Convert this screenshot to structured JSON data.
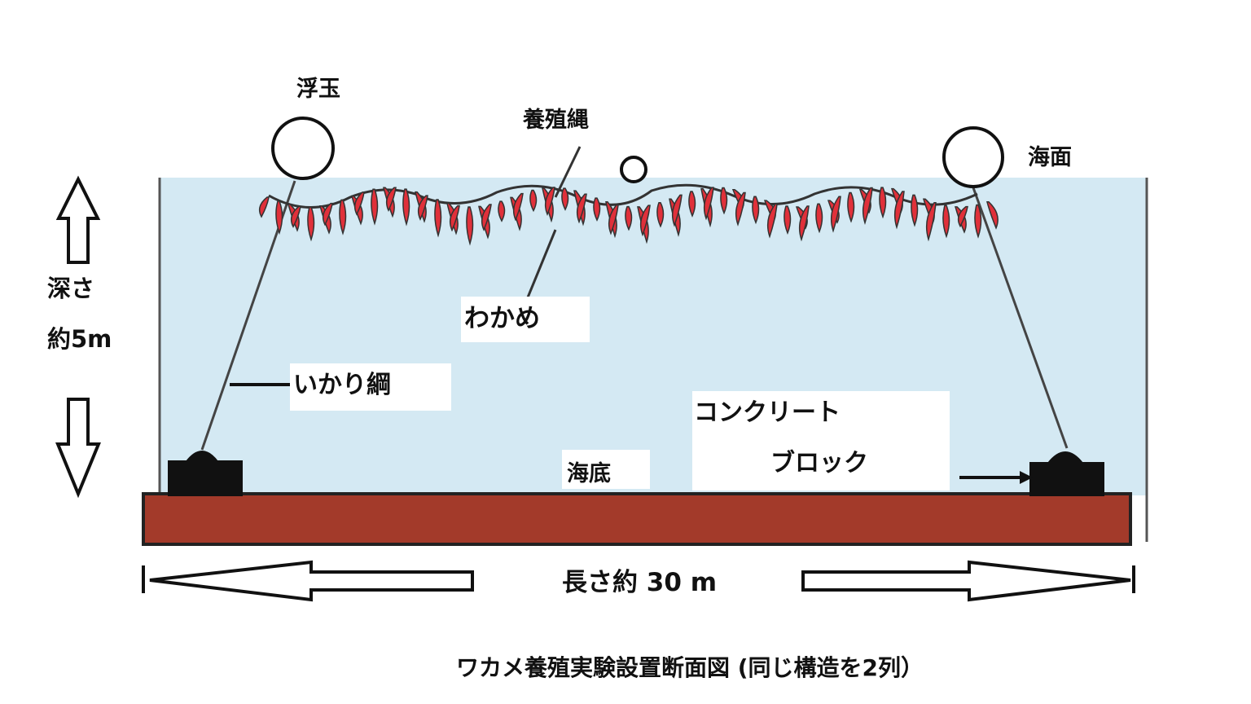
{
  "labels": {
    "float": "浮玉",
    "culture_rope": "養殖縄",
    "sea_surface": "海面",
    "depth_line1": "深さ",
    "depth_line2": "約5m",
    "wakame": "わかめ",
    "anchor_rope": "いかり綱",
    "concrete_line1": "コンクリート",
    "concrete_line2": "ブロック",
    "seabed": "海底",
    "length": "長さ約 30 m"
  },
  "caption": "ワカメ養殖実験設置断面図 (同じ構造を2列）",
  "colors": {
    "water": "#d4e9f3",
    "seabed": "#a33a2a",
    "seaweed": "#e0303a",
    "block": "#111111",
    "outline": "#111111"
  }
}
